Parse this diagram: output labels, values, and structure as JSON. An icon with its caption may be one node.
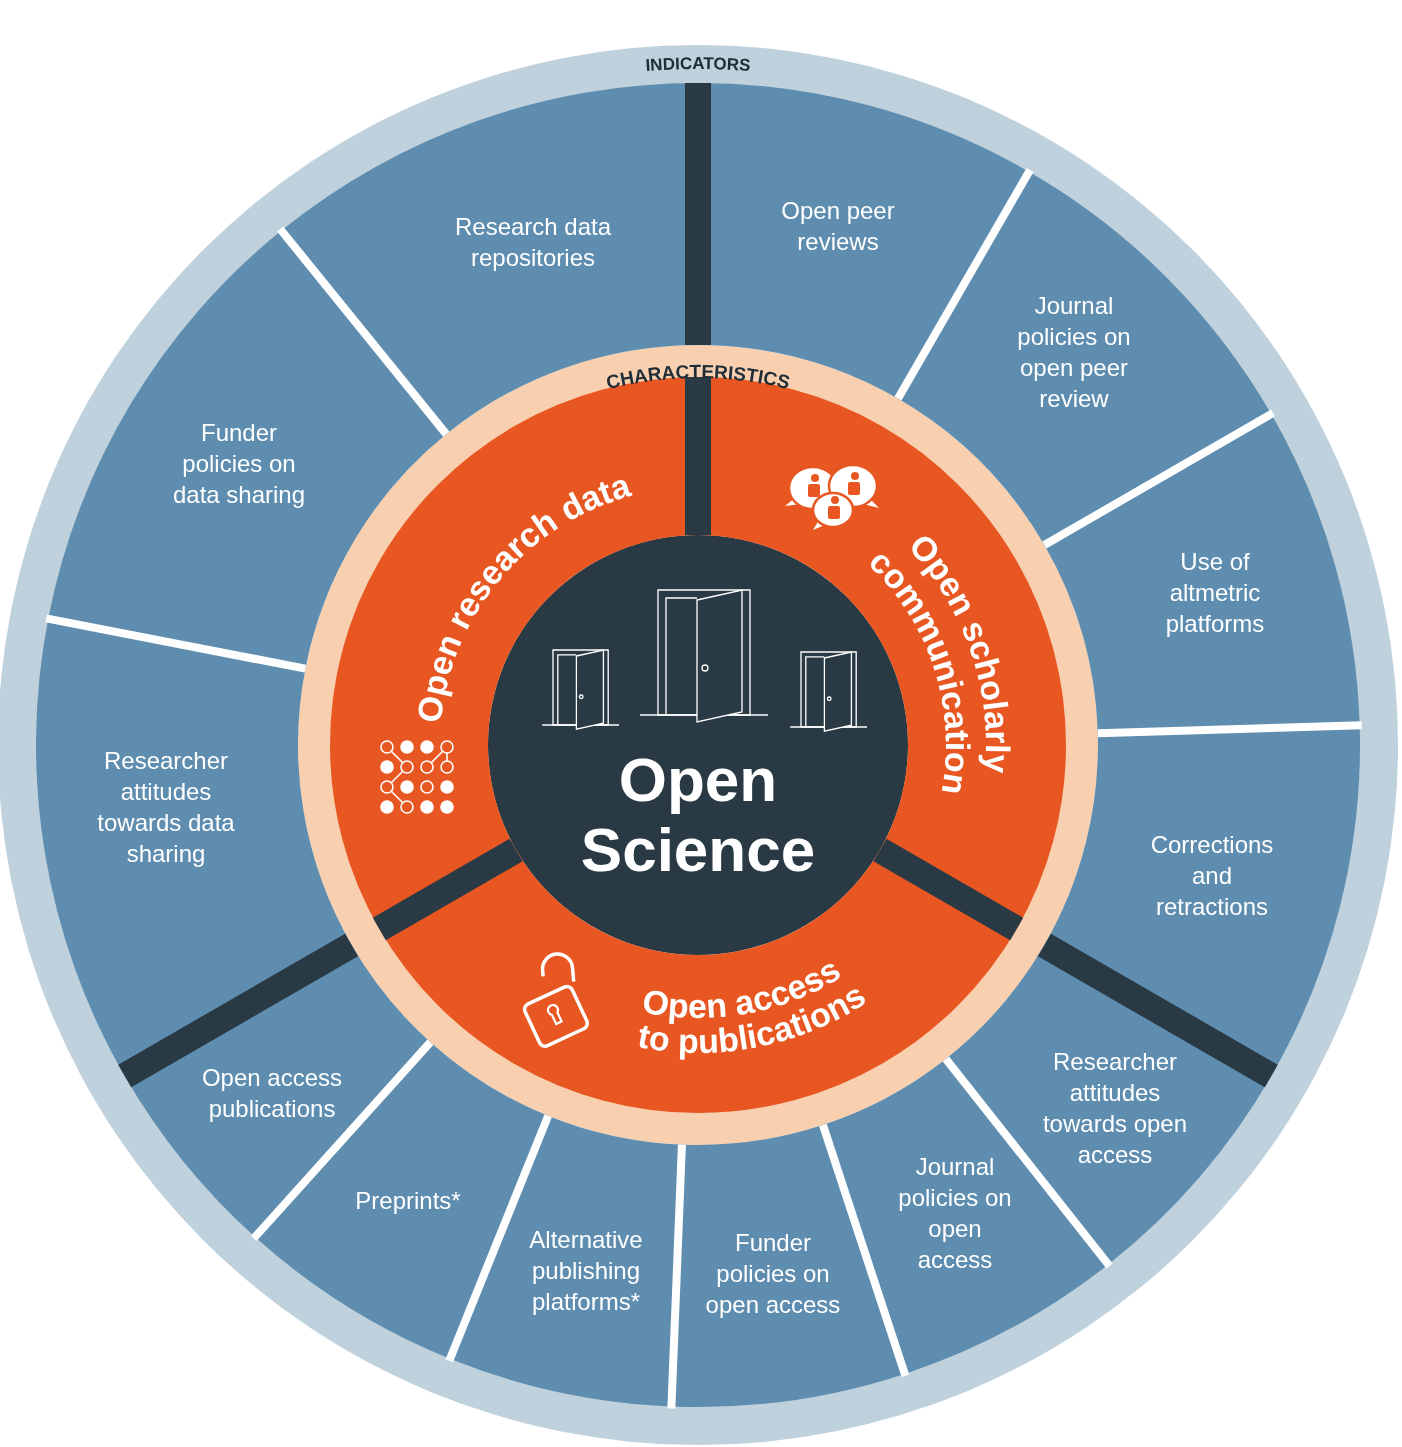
{
  "diagram": {
    "nodes": [
      {
        "text": [
          "Open Science"
        ]
      },
      {
        "text": [
          "Open research data"
        ]
      },
      {
        "text": [
          "Open scholarly communication"
        ]
      },
      {
        "text": [
          "Open access to publications"
        ]
      },
      {
        "text": [
          "Research data repositories"
        ]
      },
      {
        "text": [
          "Funder policies on data sharing"
        ]
      },
      {
        "text": [
          "Researcher attitudes towards data sharing"
        ]
      },
      {
        "text": [
          "Open peer reviews"
        ]
      },
      {
        "text": [
          "Journal policies on open peer review"
        ]
      },
      {
        "text": [
          "Use of altmetric platforms"
        ]
      },
      {
        "text": [
          "Corrections and retractions"
        ]
      },
      {
        "text": [
          "Researcher attitudes towards open access"
        ]
      },
      {
        "text": [
          "Journal policies on open access"
        ]
      },
      {
        "text": [
          "Funder policies on open access"
        ]
      },
      {
        "text": [
          "Alternative publishing platforms*"
        ]
      },
      {
        "text": [
          "Preprints*"
        ]
      },
      {
        "text": [
          "Open access publications"
        ]
      }
    ],
    "labels": [
      "INDICATORS",
      "CHARACTERISTICS"
    ]
  }
}
